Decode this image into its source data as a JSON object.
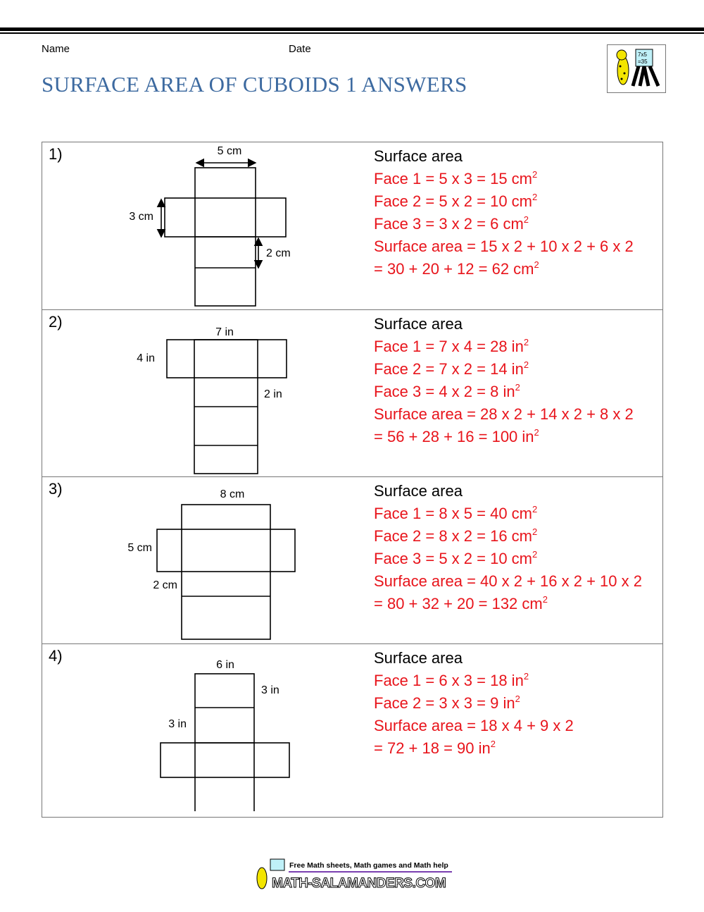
{
  "header": {
    "name_label": "Name",
    "date_label": "Date",
    "title": "SURFACE AREA OF CUBOIDS 1 ANSWERS"
  },
  "logo": {
    "board_text_1": "7x5",
    "board_text_2": "=35"
  },
  "problems": [
    {
      "number": "1)",
      "labels": [
        "5 cm",
        "3 cm",
        "2 cm"
      ],
      "heading": "Surface area",
      "lines": [
        {
          "t": "Face 1 = 5 x 3 = 15 cm",
          "sup": "2"
        },
        {
          "t": "Face 2 = 5 x 2 = 10 cm",
          "sup": "2"
        },
        {
          "t": "Face 3 = 3 x 2 = 6 cm",
          "sup": "2"
        },
        {
          "t": "Surface area = 15 x 2 + 10 x 2 + 6 x 2",
          "sup": ""
        },
        {
          "t": "= 30 + 20 + 12 = 62 cm",
          "sup": "2"
        }
      ]
    },
    {
      "number": "2)",
      "labels": [
        "7 in",
        "4 in",
        "2 in"
      ],
      "heading": "Surface area",
      "lines": [
        {
          "t": "Face 1 = 7 x 4 = 28 in",
          "sup": "2"
        },
        {
          "t": "Face 2 = 7 x 2 = 14 in",
          "sup": "2"
        },
        {
          "t": "Face 3 = 4 x 2 = 8 in",
          "sup": "2"
        },
        {
          "t": "Surface area = 28 x 2 + 14 x 2 + 8 x 2",
          "sup": ""
        },
        {
          "t": "= 56 + 28 + 16 = 100 in",
          "sup": "2"
        }
      ]
    },
    {
      "number": "3)",
      "labels": [
        "8 cm",
        "5 cm",
        "2 cm"
      ],
      "heading": "Surface area",
      "lines": [
        {
          "t": "Face 1 = 8 x 5 = 40 cm",
          "sup": "2"
        },
        {
          "t": "Face 2 = 8 x 2 = 16 cm",
          "sup": "2"
        },
        {
          "t": "Face 3 = 5 x 2 = 10 cm",
          "sup": "2"
        },
        {
          "t": "Surface area = 40 x 2 + 16 x 2 + 10 x 2",
          "sup": ""
        },
        {
          "t": "= 80 + 32 + 20 = 132 cm",
          "sup": "2"
        }
      ]
    },
    {
      "number": "4)",
      "labels": [
        "6 in",
        "3 in",
        "3 in"
      ],
      "heading": "Surface area",
      "lines": [
        {
          "t": "Face 1 = 6 x 3 = 18 in",
          "sup": "2"
        },
        {
          "t": "Face 2 = 3 x 3 = 9 in",
          "sup": "2"
        },
        {
          "t": "Surface area = 18 x 4 + 9 x 2",
          "sup": ""
        },
        {
          "t": "= 72 + 18 = 90 in",
          "sup": "2"
        }
      ]
    }
  ],
  "footer": {
    "tagline": "Free Math sheets, Math games and Math help",
    "site": "MATH-SALAMANDERS.COM"
  },
  "colors": {
    "title": "#3d6aa0",
    "answer": "#e8141b"
  }
}
